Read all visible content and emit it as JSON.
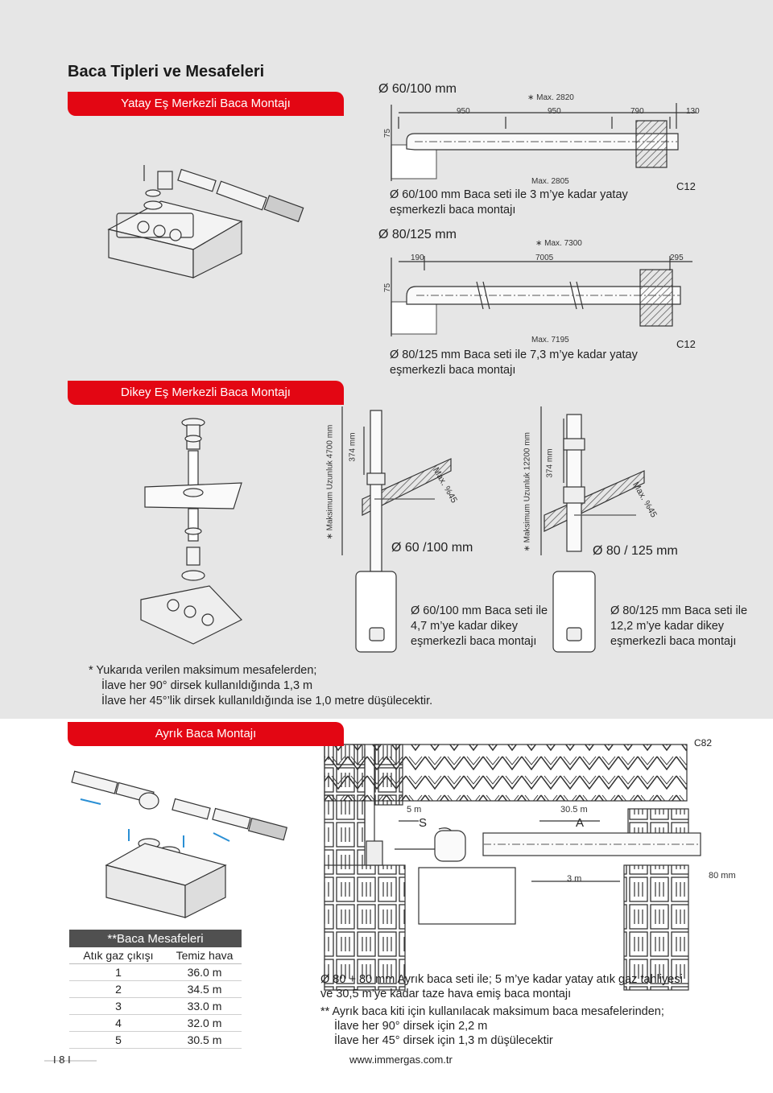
{
  "page_title": "Baca Tipleri ve Mesafeleri",
  "sections": {
    "horizontal": "Yatay Eş Merkezli Baca Montajı",
    "vertical": "Dikey Eş Merkezli Baca Montajı",
    "separate": "Ayrık Baca Montajı"
  },
  "h60": {
    "heading": "Ø 60/100 mm",
    "max_star": "∗ Max. 2820",
    "d950a": "950",
    "d950b": "950",
    "d790": "790",
    "d130": "130",
    "d75": "75",
    "max2805": "Max. 2805",
    "caption1": "Ø 60/100 mm Baca seti ile 3 m’ye kadar yatay",
    "caption2": "eşmerkezli baca montajı",
    "code": "C12"
  },
  "h80": {
    "heading": "Ø 80/125 mm",
    "max_star": "∗ Max. 7300",
    "d190": "190",
    "d7005": "7005",
    "d295": "295",
    "d75": "75",
    "max7195": "Max. 7195",
    "caption1": "Ø 80/125 mm Baca seti ile 7,3 m’ye kadar yatay",
    "caption2": "eşmerkezli baca montajı",
    "code": "C12"
  },
  "v60": {
    "max_len": "∗ Maksimum Uzunluk 4700 mm",
    "d374": "374 mm",
    "angle": "Max. %45",
    "label": "Ø 60 /100 mm",
    "caption1": "Ø 60/100 mm Baca seti ile",
    "caption2": "4,7 m’ye kadar dikey",
    "caption3": "eşmerkezli baca montajı"
  },
  "v80": {
    "max_len": "∗ Maksimum Uzunluk 12200 mm",
    "d374": "374 mm",
    "angle": "Max. %45",
    "label": "Ø 80 / 125 mm",
    "caption1": "Ø 80/125 mm Baca seti ile",
    "caption2": "12,2 m’ye kadar dikey",
    "caption3": "eşmerkezli baca montajı"
  },
  "note": {
    "line1": "*  Yukarıda verilen maksimum mesafelerden;",
    "line2": "İlave her 90° dirsek kullanıldığında 1,3 m",
    "line3": "İlave her 45°’lik dirsek kullanıldığında ise 1,0 metre düşülecektir."
  },
  "sep": {
    "code": "C82",
    "d5m": "5 m",
    "d305": "30.5 m",
    "S": "S",
    "A": "A",
    "d3m": "3 m",
    "d80": "80 mm"
  },
  "table": {
    "title": "**Baca Mesafeleri",
    "col1": "Atık gaz çıkışı",
    "col2": "Temiz hava",
    "rows": [
      {
        "a": "1",
        "b": "36.0 m"
      },
      {
        "a": "2",
        "b": "34.5 m"
      },
      {
        "a": "3",
        "b": "33.0 m"
      },
      {
        "a": "4",
        "b": "32.0 m"
      },
      {
        "a": "5",
        "b": "30.5 m"
      }
    ]
  },
  "bottom_note": {
    "l1": "Ø 80 + 80 mm Ayrık baca seti ile; 5 m’ye kadar yatay atık gaz tahliyesi",
    "l2": "ve 30,5 m’ye kadar taze hava emiş baca montajı",
    "l3": "**  Ayrık baca kiti için kullanılacak maksimum baca mesafelerinden;",
    "l4": "İlave her 90° dirsek için 2,2 m",
    "l5": "İlave her 45° dirsek için 1,3 m düşülecektir"
  },
  "footer": {
    "page": "I 8 I",
    "url": "www.immergas.com.tr"
  },
  "colors": {
    "accent": "#e30613",
    "band": "#e6e6e6",
    "arrow": "#2a8fd4"
  }
}
